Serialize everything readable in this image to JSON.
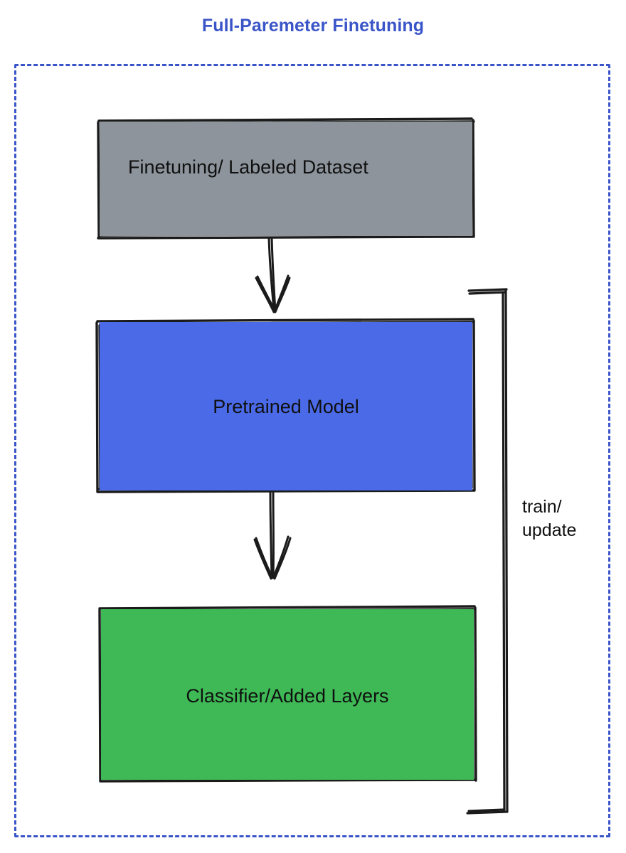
{
  "diagram": {
    "title": "Full-Paremeter Finetuning",
    "title_color": "#3a55c8",
    "frame": {
      "style": "dashed",
      "color": "#3a55c8"
    },
    "nodes": [
      {
        "id": "dataset",
        "label": "Finetuning/ Labeled Dataset",
        "fill": "#8d949c",
        "stroke": "#1b1b1b"
      },
      {
        "id": "pretrained",
        "label": "Pretrained Model",
        "fill": "#4a6ae8",
        "stroke": "#1b1b1b"
      },
      {
        "id": "classifier",
        "label": "Classifier/Added Layers",
        "fill": "#3eb955",
        "stroke": "#1b1b1b"
      }
    ],
    "edges": [
      {
        "id": "dataset-to-pretrained",
        "from": "dataset",
        "to": "pretrained",
        "label": "",
        "arrow": "down"
      },
      {
        "id": "pretrained-to-classifier",
        "from": "pretrained",
        "to": "classifier",
        "label": "",
        "arrow": "down"
      },
      {
        "id": "feedback-loop",
        "from": "classifier",
        "to": "pretrained",
        "label": "train/\nupdate",
        "arrow": "none"
      }
    ]
  }
}
